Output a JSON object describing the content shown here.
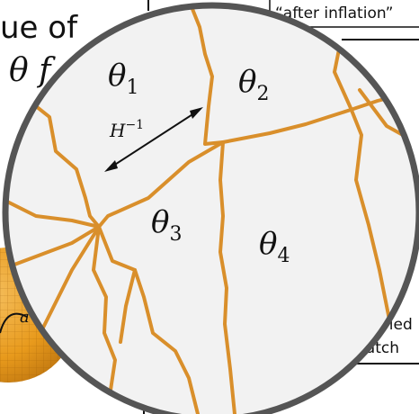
{
  "background": {
    "top_left_text": "ue of",
    "top_left_math": "θ f",
    "box_label": "“after inflation”",
    "bottom_right_text_1": "pled",
    "bottom_right_text_2": "patch",
    "sphere_label": "a"
  },
  "magnifier": {
    "regions": [
      {
        "label": "θ",
        "subscript": "1"
      },
      {
        "label": "θ",
        "subscript": "2"
      },
      {
        "label": "θ",
        "subscript": "3"
      },
      {
        "label": "θ",
        "subscript": "4"
      }
    ],
    "scale_label": "H",
    "scale_exponent": "−1"
  },
  "colors": {
    "crack": "#d98f2b",
    "circle_fill": "#f2f2f2",
    "circle_border": "#555555",
    "sphere": "#e89a1c"
  }
}
